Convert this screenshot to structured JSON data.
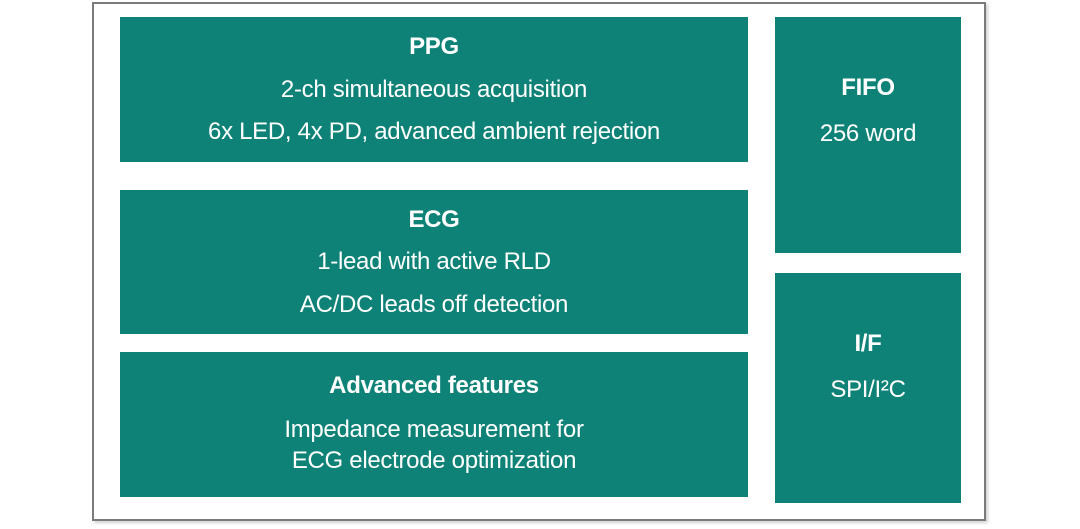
{
  "diagram": {
    "accent_color": "#0e8277",
    "text_color": "#ffffff",
    "frame_border_color": "#7b7b7b",
    "left_boxes": [
      {
        "title": "PPG",
        "lines": [
          "2-ch simultaneous acquisition",
          "6x LED, 4x PD, advanced ambient rejection"
        ]
      },
      {
        "title": "ECG",
        "lines": [
          "1-lead with active RLD",
          "AC/DC leads off detection"
        ]
      },
      {
        "title": "Advanced features",
        "lines": [
          "Impedance measurement for",
          "ECG electrode optimization"
        ]
      }
    ],
    "right_boxes": [
      {
        "title": "FIFO",
        "lines": [
          "256 word"
        ]
      },
      {
        "title": "I/F",
        "lines": [
          "SPI/I²C"
        ]
      }
    ]
  }
}
